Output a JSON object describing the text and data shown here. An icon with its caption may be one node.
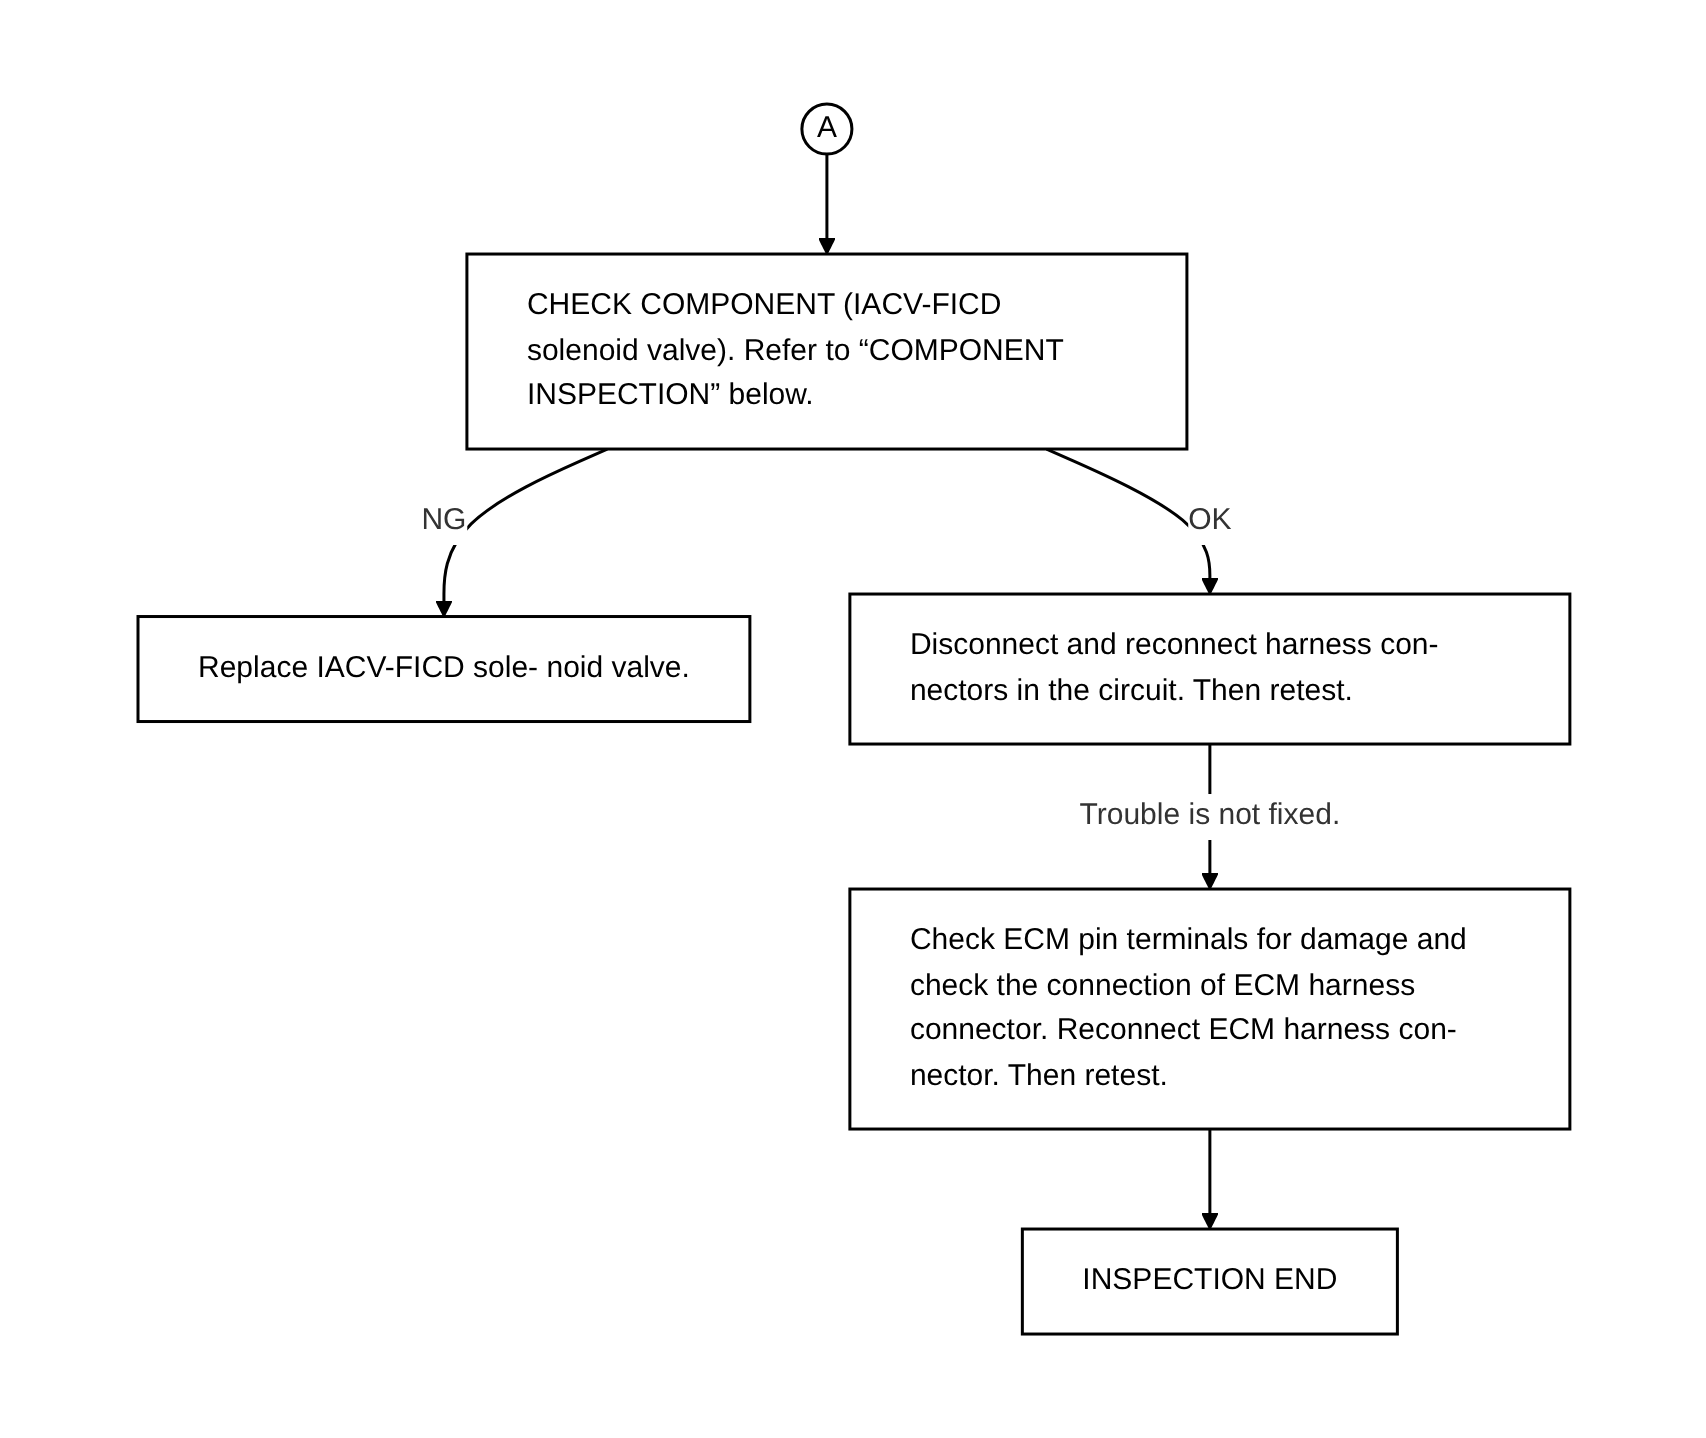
{
  "diagram": {
    "nodes": [
      {
        "text": [
          "A"
        ]
      },
      {
        "text": [
          "CHECK COMPONENT (IACV-FICD solenoid valve). Refer to “COMPONENT INSPECTION” below."
        ]
      },
      {
        "text": [
          "Replace IACV-FICD sole- noid valve."
        ]
      },
      {
        "text": [
          "Disconnect and reconnect harness con- nectors in the circuit. Then retest."
        ]
      },
      {
        "text": [
          "Check ECM pin terminals for damage and check the connection of ECM harness connector. Reconnect ECM harness con- nector. Then retest."
        ]
      },
      {
        "text": [
          "INSPECTION END"
        ]
      }
    ],
    "edges": [
      {
        "from": 0,
        "to": 1,
        "arrow": "to"
      },
      {
        "from": 1,
        "to": 2,
        "arrow": "to",
        "label": "NG"
      },
      {
        "from": 1,
        "to": 3,
        "arrow": "to",
        "label": "OK"
      },
      {
        "from": 3,
        "to": 4,
        "arrow": "to",
        "label": "Trouble is not fixed."
      },
      {
        "from": 4,
        "to": 5,
        "arrow": "to"
      }
    ]
  }
}
